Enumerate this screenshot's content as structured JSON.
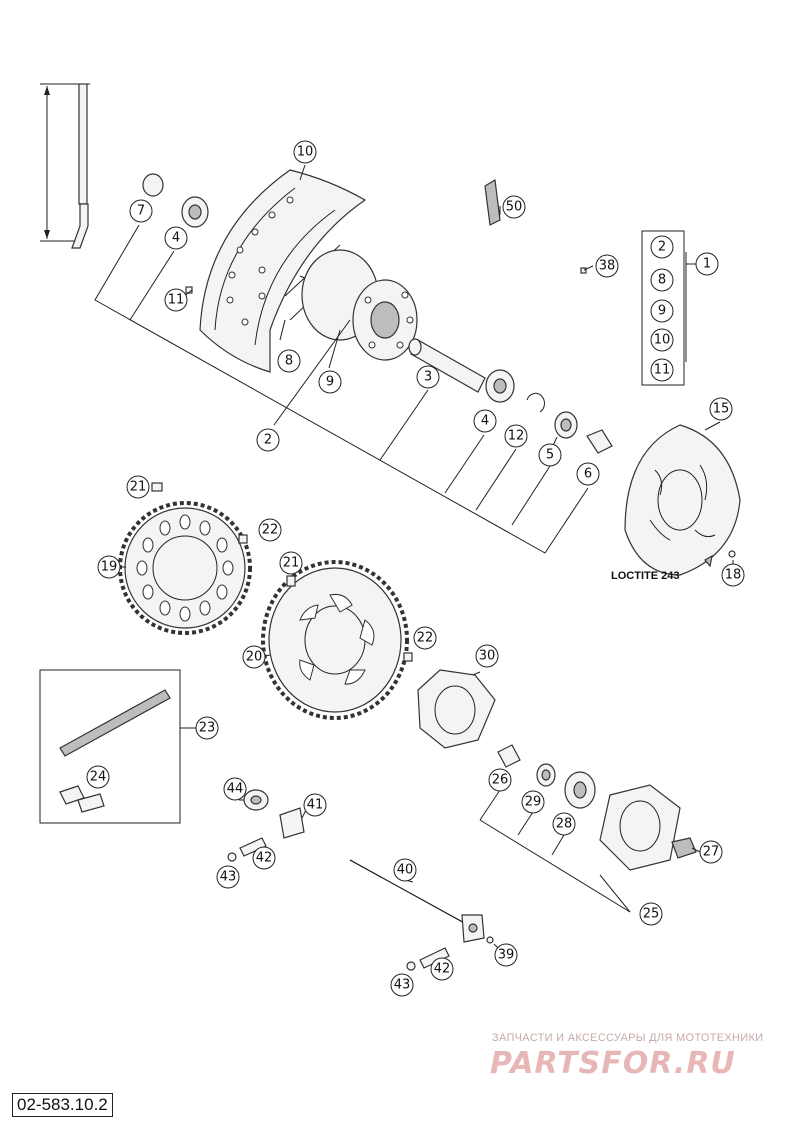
{
  "diagram": {
    "document_code": "02-583.10.2",
    "loctite_label": "LOCTITE 243",
    "watermark": {
      "tagline": "ЗАПЧАСТИ И АКСЕССУАРЫ ДЛЯ МОТОТЕХНИКИ",
      "brand": "PARTSFOR.RU"
    },
    "callouts": [
      "1",
      "2",
      "3",
      "4",
      "5",
      "6",
      "7",
      "8",
      "9",
      "10",
      "11",
      "12",
      "15",
      "18",
      "19",
      "20",
      "21",
      "22",
      "23",
      "24",
      "25",
      "26",
      "27",
      "28",
      "29",
      "30",
      "38",
      "39",
      "40",
      "41",
      "42",
      "43",
      "44",
      "50"
    ],
    "kit_1_parts": [
      "2",
      "8",
      "9",
      "10",
      "11"
    ],
    "colors": {
      "line": "#222222",
      "part_fill": "#f4f4f4",
      "watermark": "#e7b7b7"
    }
  }
}
